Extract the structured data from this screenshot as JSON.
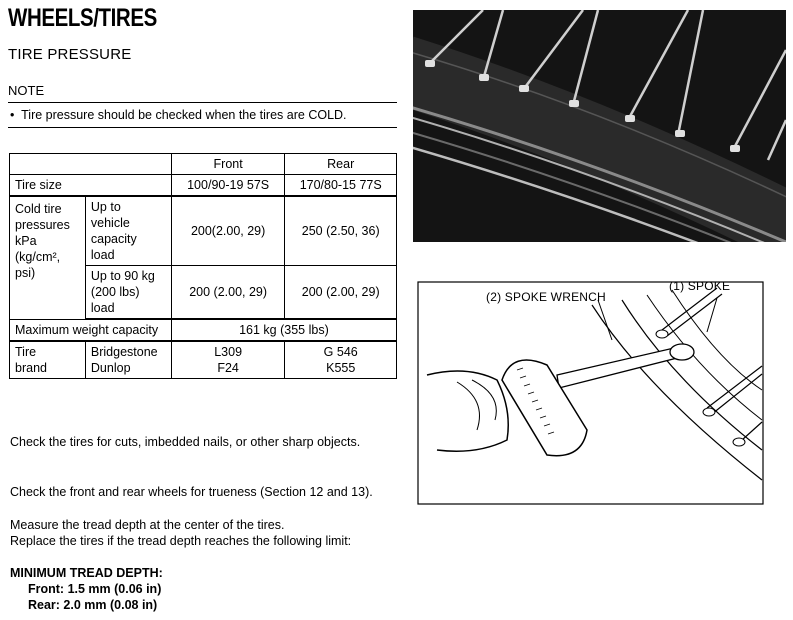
{
  "header": {
    "title": "WHEELS/TIRES",
    "section": "TIRE PRESSURE"
  },
  "note": {
    "label": "NOTE",
    "bullet": "•",
    "text": "Tire pressure should be checked when the tires are COLD."
  },
  "spec_table": {
    "col_front": "Front",
    "col_rear": "Rear",
    "tire_size": {
      "label": "Tire size",
      "front": "100/90-19 57S",
      "rear": "170/80-15 77S"
    },
    "cold_pressure": {
      "label_lines": [
        "Cold tire",
        "pressures",
        "kPa",
        "(kg/cm², ",
        "psi)"
      ],
      "rows": [
        {
          "condition_lines": [
            "Up to",
            "vehicle",
            "capacity",
            "load"
          ],
          "front": "200(2.00, 29)",
          "rear": "250 (2.50, 36)"
        },
        {
          "condition_lines": [
            "Up to 90 kg",
            "(200 lbs)",
            "load"
          ],
          "front": "200 (2.00, 29)",
          "rear": "200 (2.00, 29)"
        }
      ]
    },
    "max_weight": {
      "label": "Maximum weight capacity",
      "value": "161 kg (355 lbs)"
    },
    "tire_brand": {
      "label_lines": [
        "Tire",
        "brand"
      ],
      "brands": [
        "Bridgestone",
        "Dunlop"
      ],
      "front": [
        "L309",
        "F24"
      ],
      "rear": [
        "G 546",
        "K555"
      ]
    }
  },
  "body": {
    "p1": "Check the tires for cuts, imbedded nails, or other sharp objects.",
    "p2": "Check the front and rear wheels for trueness (Section 12 and 13).",
    "p3": "Measure the tread depth at the center of the tires.",
    "p4": "Replace the tires if the tread depth reaches the following limit:"
  },
  "min_tread": {
    "title": "MINIMUM TREAD DEPTH:",
    "front": "Front: 1.5 mm (0.06 in)",
    "rear": "Rear: 2.0 mm (0.08 in)"
  },
  "illustration": {
    "spoke_wrench_label": "(2) SPOKE WRENCH",
    "spoke_label": "(1) SPOKE"
  }
}
